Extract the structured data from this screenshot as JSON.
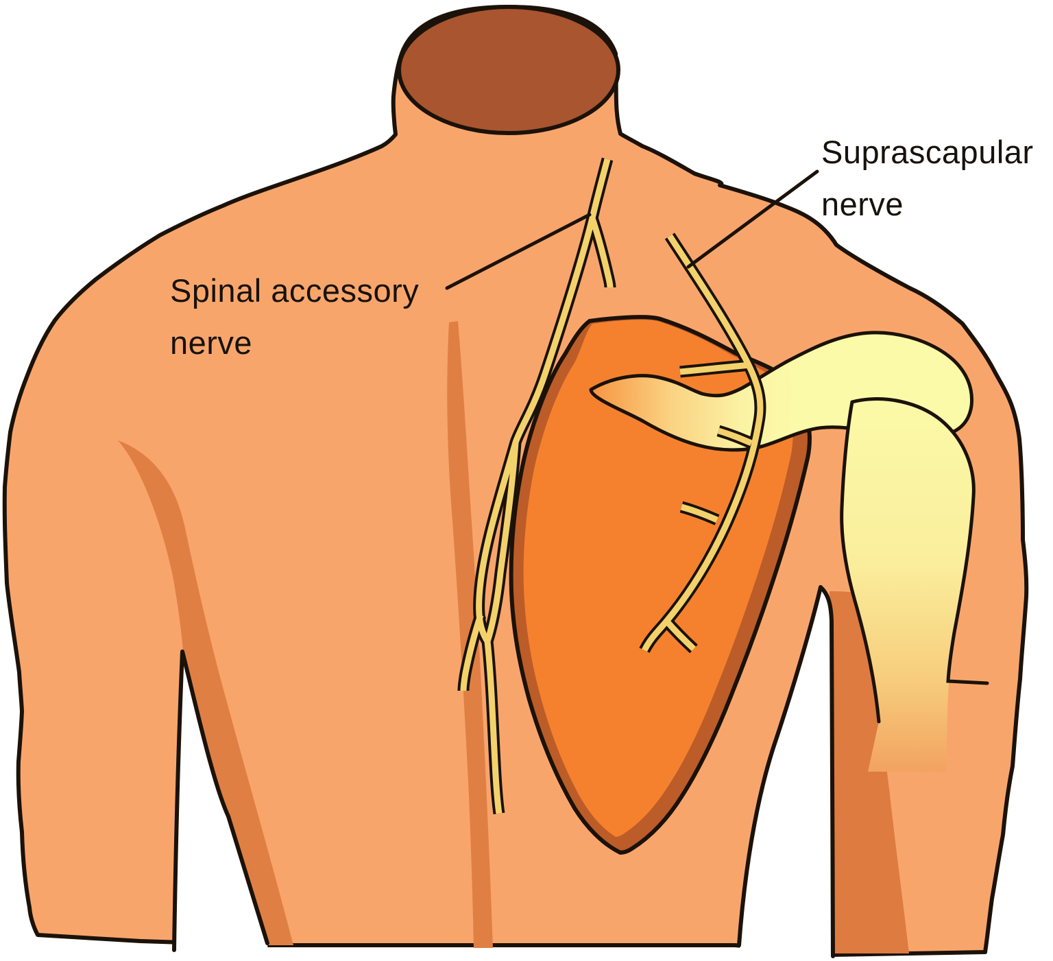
{
  "figure": {
    "kind": "anatomical-diagram",
    "view": "posterior torso with right scapula, shoulder bones and nerves exposed"
  },
  "labels": {
    "spinal_accessory": {
      "line1": "Spinal accessory",
      "line2": "nerve"
    },
    "suprascapular": {
      "line1": "Suprascapular",
      "line2": "nerve"
    }
  },
  "structures": [
    "spinal-accessory-nerve",
    "suprascapular-nerve",
    "scapula-muscle",
    "scapular-spine-and-acromion-bone",
    "humerus-bone",
    "neck-cut-surface",
    "torso"
  ],
  "colors": {
    "background": "#ffffff",
    "outline": "#1b1209",
    "skin": "#F8A56C",
    "skin_shadow": "#E07F44",
    "arm_shadow": "#DD7B41",
    "neck_cut": "#A9552F",
    "muscle": "#F5812E",
    "muscle_shadow": "#BC5C28",
    "bone_pale": "#FBFAA8",
    "nerve_yellow": "#F3D26C",
    "label_text": "#17120c"
  }
}
